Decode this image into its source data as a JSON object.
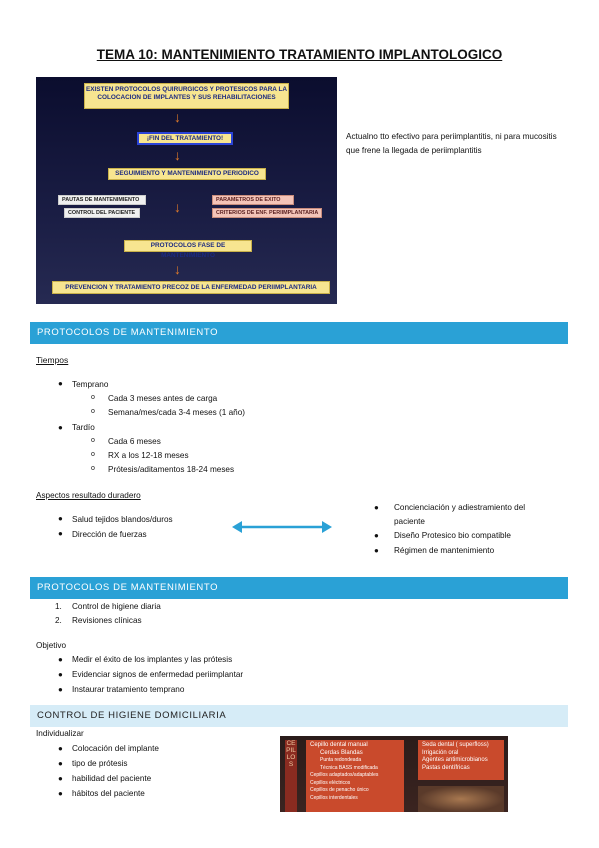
{
  "title": "TEMA 10: MANTENIMIENTO TRATAMIENTO IMPLANTOLOGICO",
  "diagram": {
    "box1": "EXISTEN PROTOCOLOS QUIRURGICOS Y PROTESICOS PARA LA COLOCACION DE IMPLANTES Y SUS REHABILITACIONES",
    "box2": "¡FIN DEL TRATAMIENTO!",
    "box3": "SEGUIMIENTO Y MANTENIMIENTO PERIODICO",
    "left1": "PAUTAS DE MANTENIMIENTO",
    "left2": "CONTROL DEL PACIENTE",
    "right1": "PARAMETROS DE EXITO",
    "right2": "CRITERIOS DE ENF. PERIIMPLANTARIA",
    "box4": "PROTOCOLOS FASE DE MANTENIMIENTO",
    "box5": "PREVENCION Y TRATAMIENTO PRECOZ DE LA ENFERMEDAD PERIIMPLANTARIA"
  },
  "note": "Actualno tto efectivo para periimplantitis, ni para mucositis que frene la llegada de periimplantitis",
  "section1": {
    "heading": "PROTOCOLOS DE MANTENIMIENTO",
    "tiempos_label": "Tiempos",
    "temprano": "Temprano",
    "temprano_items": [
      "Cada 3 meses antes de carga",
      "Semana/mes/cada 3-4 meses (1 año)"
    ],
    "tardio": "Tardío",
    "tardio_items": [
      "Cada 6 meses",
      "RX a los 12-18 meses",
      "Prótesis/aditamentos 18-24 meses"
    ],
    "aspectos_label": "Aspectos resultado duradero",
    "left_items": [
      "Salud tejidos blandos/duros",
      "Dirección de fuerzas"
    ],
    "right_items": [
      "Concienciación y adiestramiento del",
      "paciente",
      "Diseño Protesico bio compatible",
      "Régimen de mantenimiento"
    ]
  },
  "section2": {
    "heading": "PROTOCOLOS DE MANTENIMIENTO",
    "numbered": [
      "Control de higiene diaria",
      "Revisiones clínicas"
    ],
    "numbers": [
      "1.",
      "2."
    ],
    "objetivo_label": "Objetivo",
    "objetivo_items": [
      "Medir el éxito de los implantes y las prótesis",
      "Evidenciar signos de enfermedad periimplantar",
      "Instaurar tratamiento temprano"
    ]
  },
  "section3": {
    "heading": "CONTROL DE HIGIENE DOMICILIARIA",
    "individualizar_label": "Individualizar",
    "items": [
      "Colocación del implante",
      "tipo de prótesis",
      "habilidad del paciente",
      "hábitos del paciente"
    ]
  },
  "photo": {
    "vertical_label": "CEPILLOS",
    "left_list": [
      "Cepillo dental manual",
      "Cerdas Blandas",
      "Punta redondeada",
      "Técnica BASS modificada",
      "Cepillos adaptados/adaptables",
      "Cepillos eléctricos",
      "Cepillos de penacho único",
      "Cepillos interdentales"
    ],
    "right_list": [
      "Seda dental ( superfloss)",
      "Irrigación oral",
      "Agentes antimicrobianos",
      "Pastas dentífricas"
    ]
  },
  "colors": {
    "bar": "#2aa1d6",
    "bar_light": "#d6ecf7",
    "arrow": "#2aa1d6"
  }
}
